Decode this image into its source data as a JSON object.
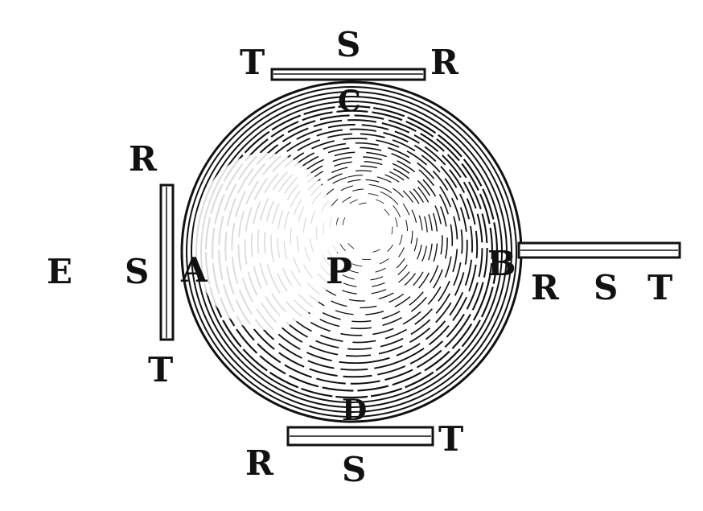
{
  "labels": {
    "center": "P",
    "top_left": "T",
    "top_mid": "S",
    "top_right": "R",
    "top_point": "C",
    "left_top": "R",
    "left_far": "E",
    "left_mid": "S",
    "left_point": "A",
    "left_bottom": "T",
    "right_point": "B",
    "right_r": "R",
    "right_s": "S",
    "right_t": "T",
    "bottom_point": "D",
    "bottom_left": "R",
    "bottom_mid": "S",
    "bottom_right": "T"
  },
  "colors": {
    "ink": "#111111",
    "paper": "#ffffff"
  }
}
